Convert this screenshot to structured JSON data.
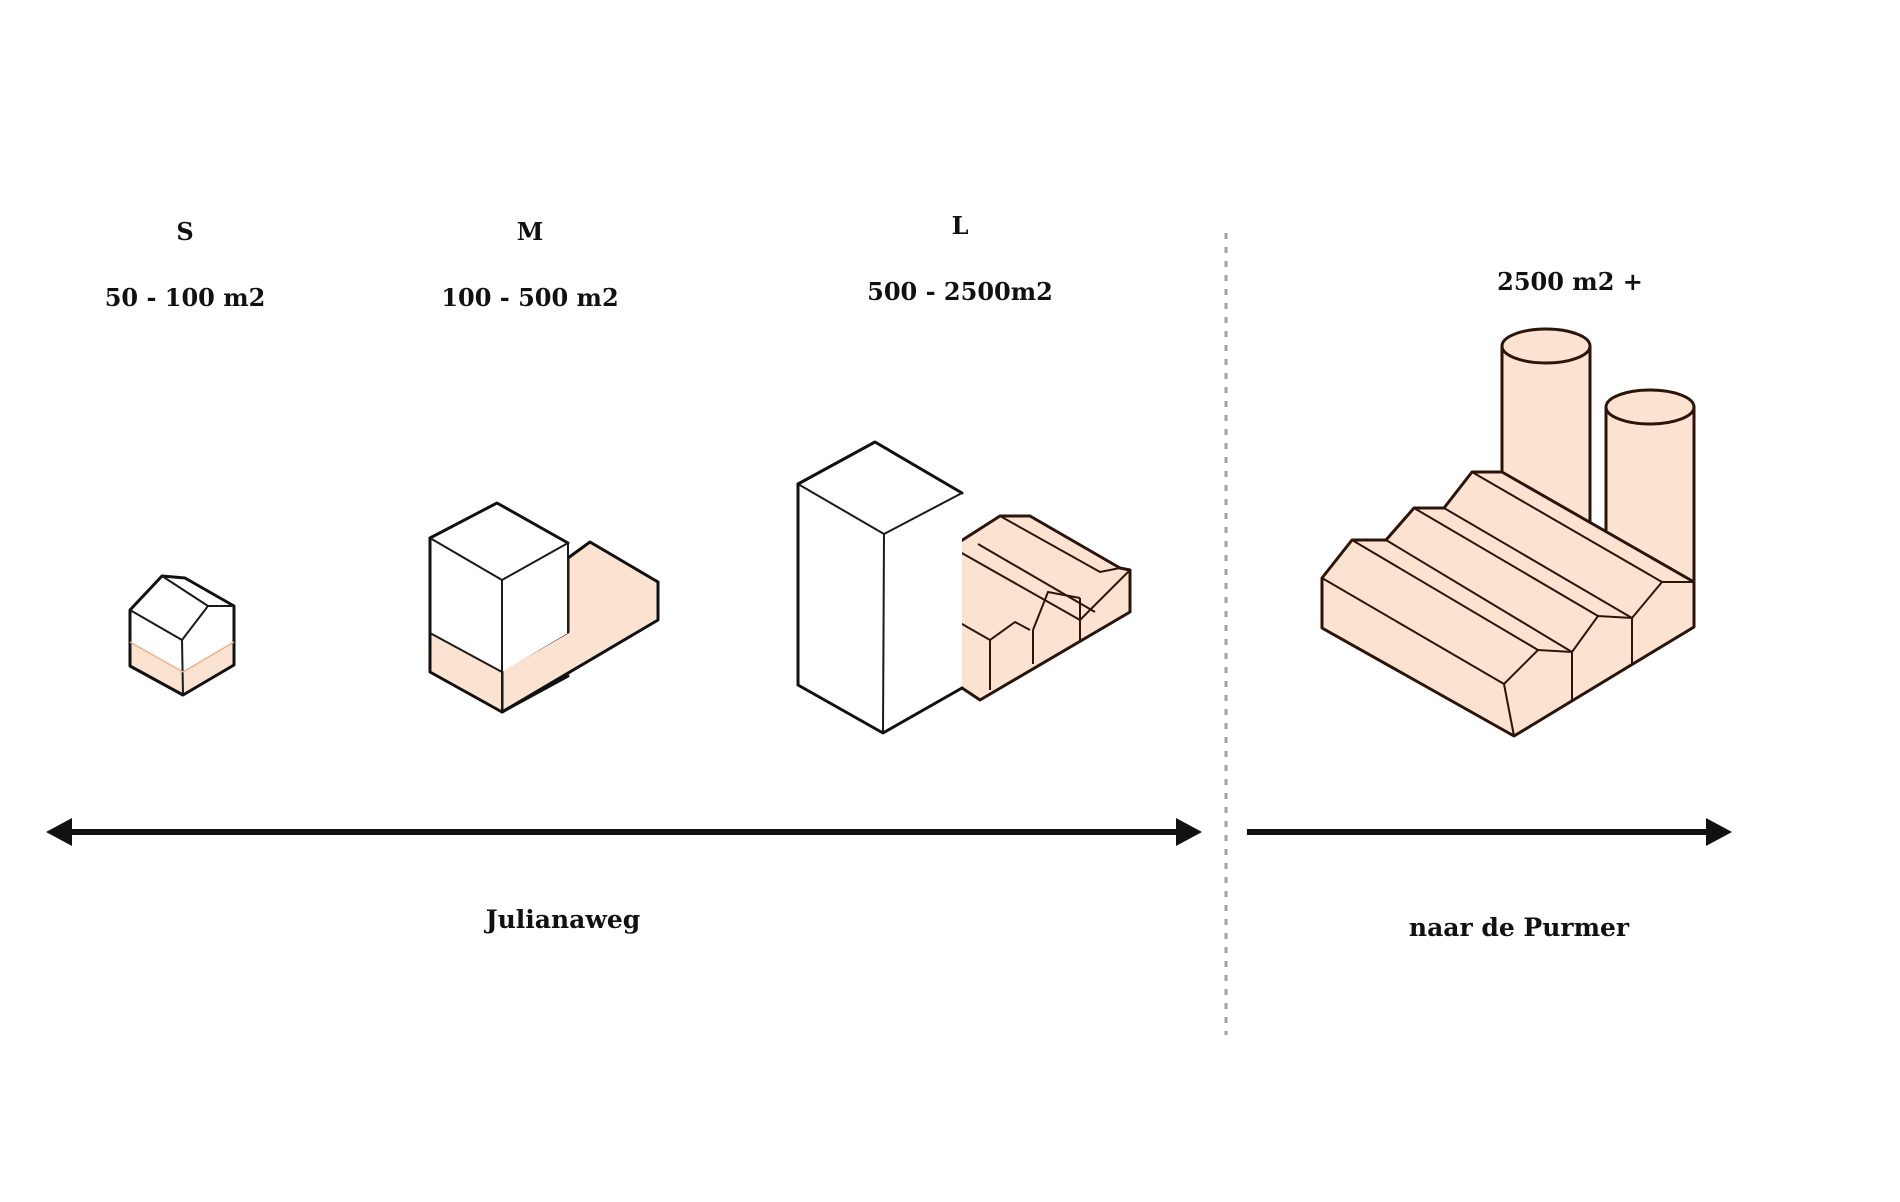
{
  "categories": [
    {
      "size": "S",
      "area": "50 - 100 m2"
    },
    {
      "size": "M",
      "area": "100 - 500 m2"
    },
    {
      "size": "L",
      "area": "500 - 2500m2"
    },
    {
      "size": "",
      "area": "2500 m2 +"
    }
  ],
  "axes": {
    "left_label": "Julianaweg",
    "right_label": "naar de Purmer"
  },
  "colors": {
    "fill_peach": "#fce3d1",
    "outline": "#111111",
    "outline_brown": "#2b150b",
    "divider": "#a0a0a0"
  }
}
